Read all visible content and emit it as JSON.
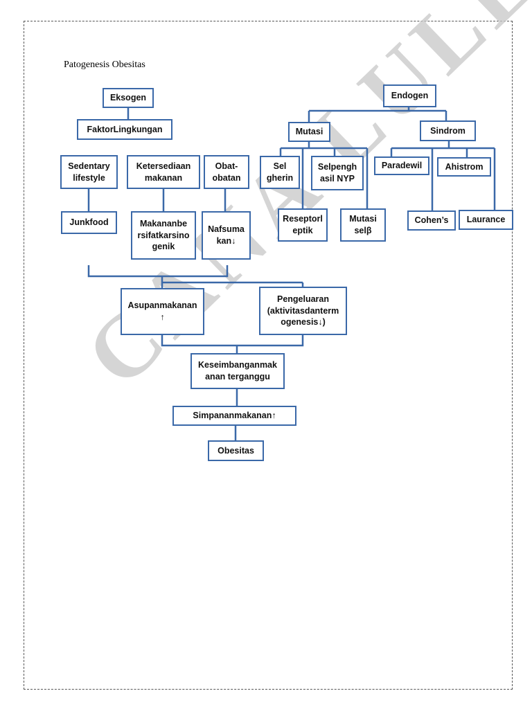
{
  "document": {
    "title": "Patogenesis Obesitas",
    "watermark": "CANA LULL"
  },
  "nodes": {
    "eksogen": "Eksogen",
    "faktor_lingkungan": "FaktorLingkungan",
    "sedentary": "Sedentary lifestyle",
    "ketersediaan": "Ketersediaan makanan",
    "obat": "Obat-obatan",
    "junkfood": "Junkfood",
    "makanan_karsinogenik": "Makananbe rsifatkarsino genik",
    "nafsu_makan": "Nafsuma kan↓",
    "endogen": "Endogen",
    "mutasi": "Mutasi",
    "sindrom": "Sindrom",
    "sel_gherin": "Sel gherin",
    "sel_npy": "Selpengh asil NYP",
    "reseptor_leptik": "Reseptorl eptik",
    "mutasi_sel": "Mutasi selβ",
    "paradewil": "Paradewil",
    "ahistrom": "Ahistrom",
    "cohens": "Cohen’s",
    "laurance": "Laurance",
    "asupan": "Asupanmakanan ↑",
    "pengeluaran": "Pengeluaran (aktivitasdanterm ogenesis↓)",
    "keseimbangan": "Keseimbanganmak anan terganggu",
    "simpanan": "Simpananmakanan↑",
    "obesitas": "Obesitas"
  },
  "colors": {
    "box_border": "#3a68a8",
    "connector": "#3a68a8",
    "watermark": "#c8c8c8"
  }
}
